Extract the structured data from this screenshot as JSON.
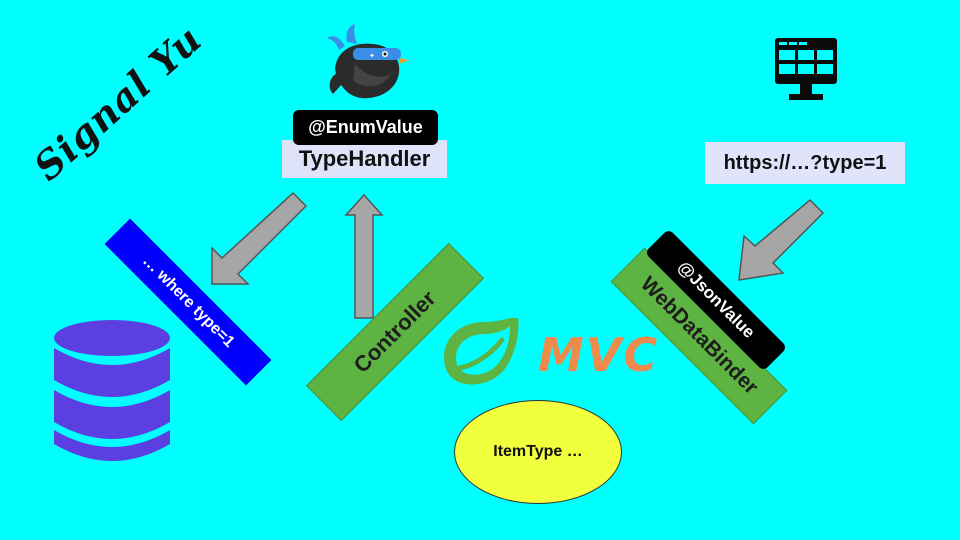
{
  "signature": "Signal Yu",
  "labels": {
    "enum_value": "@EnumValue",
    "type_handler": "TypeHandler",
    "url": "https://…?type=1",
    "where_clause": "… where type=1",
    "controller": "Controller",
    "json_value": "@JsonValue",
    "web_data_binder": "WebDataBinder",
    "mvc": "MVC",
    "item_type": "ItemType …"
  },
  "icons": [
    "ninja-bird-icon",
    "monitor-icon",
    "database-icon",
    "spring-leaf-icon"
  ],
  "colors": {
    "background": "#00ffff",
    "green_box": "#5eb443",
    "blue_box": "#0000ff",
    "label_box": "#dfe3fa",
    "ellipse": "#f2ff3d",
    "mvc": "#ee8a4c",
    "database": "#5b3fe0",
    "arrow": "#a6a6a6"
  }
}
